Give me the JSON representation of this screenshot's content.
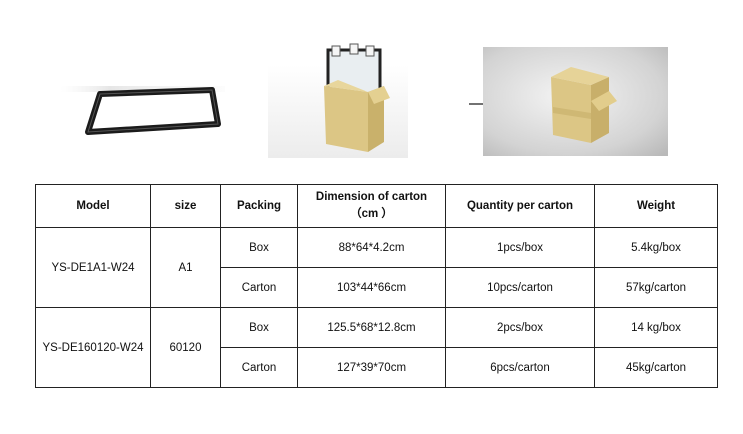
{
  "images": [
    {
      "icon": "black-frame-on-glass"
    },
    {
      "icon": "frame-inserted-into-carton"
    },
    {
      "icon": "sealed-carton"
    }
  ],
  "table": {
    "headers": {
      "model": "Model",
      "size": "size",
      "packing": "Packing",
      "dimension_line1": "Dimension of carton",
      "dimension_line2": "（cm ）",
      "quantity": "Quantity per carton",
      "weight": "Weight"
    },
    "rows": [
      {
        "model": "YS-DE1A1-W24",
        "size": "A1",
        "packs": [
          {
            "packing": "Box",
            "dimension": "88*64*4.2cm",
            "quantity": "1pcs/box",
            "weight": "5.4kg/box"
          },
          {
            "packing": "Carton",
            "dimension": "103*44*66cm",
            "quantity": "10pcs/carton",
            "weight": "57kg/carton"
          }
        ]
      },
      {
        "model": "YS-DE160120-W24",
        "size": "60120",
        "packs": [
          {
            "packing": "Box",
            "dimension": "125.5*68*12.8cm",
            "quantity": "2pcs/box",
            "weight": "14 kg/box"
          },
          {
            "packing": "Carton",
            "dimension": "127*39*70cm",
            "quantity": "6pcs/carton",
            "weight": "45kg/carton"
          }
        ]
      }
    ]
  }
}
